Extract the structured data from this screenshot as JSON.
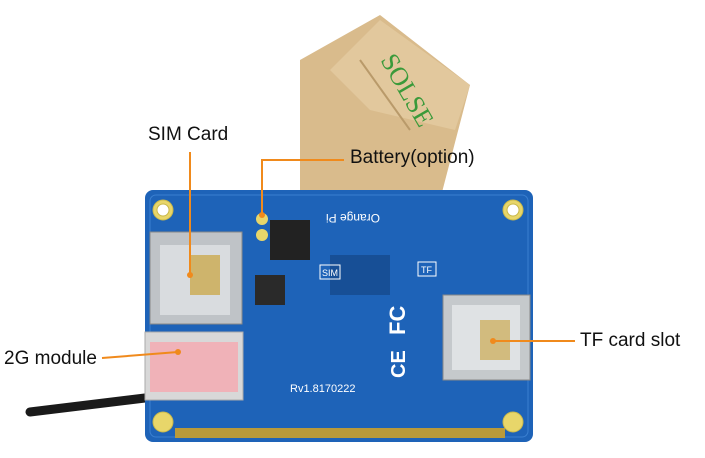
{
  "labels": {
    "sim_card": "SIM Card",
    "battery": "Battery(option)",
    "module_2g": "2G module",
    "tf_slot": "TF card slot"
  },
  "board_text": {
    "brand": "Orange Pi",
    "fcc": "FC",
    "ce": "CE",
    "sim": "SIM",
    "tf": "TF",
    "date": "Rv1.8170222"
  },
  "colors": {
    "board": "#1e63b8",
    "leader": "#f08a1c",
    "tape": "#d8b98a"
  }
}
